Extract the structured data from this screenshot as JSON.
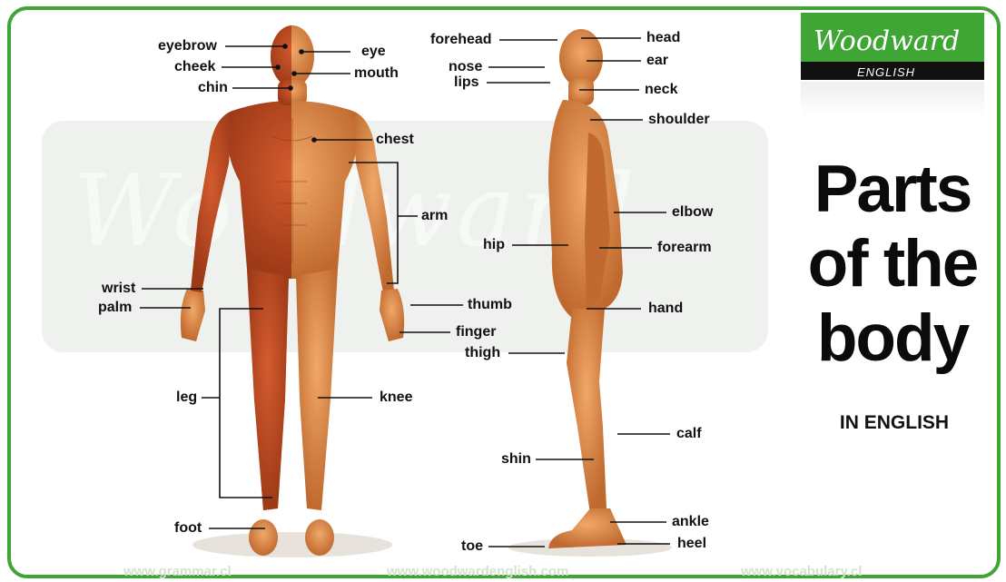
{
  "title_lines": [
    "Parts",
    "of the",
    "body"
  ],
  "subtitle": "IN ENGLISH",
  "logo": {
    "word": "Woodward",
    "sub": "ENGLISH"
  },
  "watermark": "Woodward",
  "labels": {
    "eyebrow": "eyebrow",
    "eye": "eye",
    "cheek": "cheek",
    "mouth": "mouth",
    "chin": "chin",
    "chest": "chest",
    "arm": "arm",
    "wrist": "wrist",
    "palm": "palm",
    "thumb": "thumb",
    "finger": "finger",
    "leg": "leg",
    "knee": "knee",
    "foot": "foot",
    "forehead": "forehead",
    "head": "head",
    "nose": "nose",
    "ear": "ear",
    "lips": "lips",
    "neck": "neck",
    "shoulder": "shoulder",
    "elbow": "elbow",
    "hip": "hip",
    "forearm": "forearm",
    "hand": "hand",
    "thigh": "thigh",
    "calf": "calf",
    "shin": "shin",
    "ankle": "ankle",
    "toe": "toe",
    "heel": "heel"
  },
  "footer": {
    "left": "www.grammar.cl",
    "center": "www.woodwardenglish.com",
    "right": "www.vocabulary.cl"
  },
  "colors": {
    "accent": "#3fa535",
    "skin": "#d98a4e",
    "muscle": "#b5431f"
  }
}
